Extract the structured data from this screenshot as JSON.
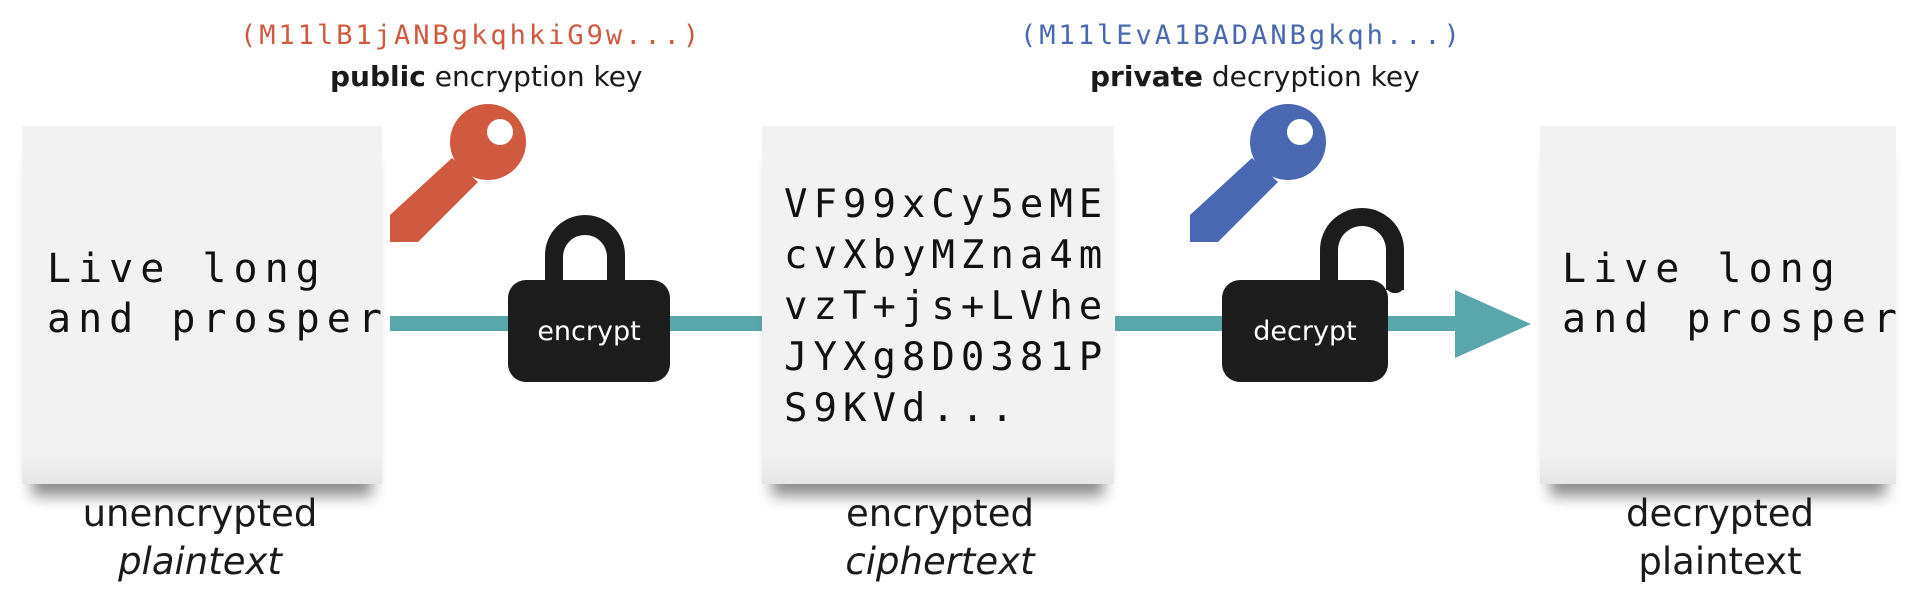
{
  "public_key": {
    "code": "(M11lB1jANBgkqhkiG9w...)",
    "label_bold": "public",
    "label_rest": " encryption key",
    "color": "#d05a40"
  },
  "private_key": {
    "code": "(M11lEvA1BADANBgkqh...)",
    "label_bold": "private",
    "label_rest": " decryption key",
    "color": "#4a68b2"
  },
  "plaintext_note": {
    "text": "Live long\nand prosper"
  },
  "ciphertext_note": {
    "text": "VF99xCy5eME\ncvXbyMZna4m\nvzT+js+LVhe\nJYXg8D0381P\nS9KVd..."
  },
  "decrypted_note": {
    "text": "Live long\nand prosper"
  },
  "encrypt_lock": {
    "label": "encrypt"
  },
  "decrypt_lock": {
    "label": "decrypt"
  },
  "captions": {
    "left_line1": "unencrypted",
    "left_line2": "plaintext",
    "middle_line1": "encrypted",
    "middle_line2": "ciphertext",
    "right_line1": "decrypted",
    "right_line2": "plaintext"
  },
  "colors": {
    "arrow": "#5aa6ad",
    "lock": "#1c1c1c",
    "paper": "#f2f2f2"
  }
}
